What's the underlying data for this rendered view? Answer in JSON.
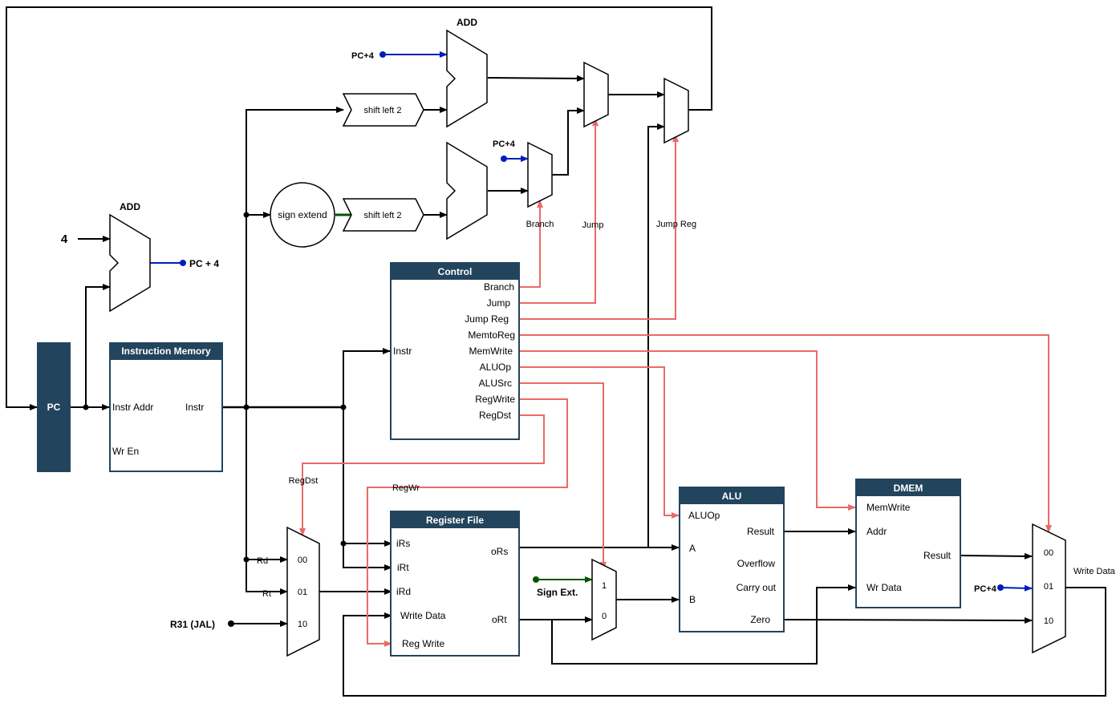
{
  "pc": {
    "label": "PC"
  },
  "adder_pc": {
    "title": "ADD",
    "const_input": "4",
    "output": "PC + 4"
  },
  "adder_branch": {
    "title": "ADD",
    "input": "PC+4"
  },
  "mux_branch": {
    "input": "PC+4",
    "select": "Branch"
  },
  "mux_jump": {
    "select": "Jump"
  },
  "mux_jumpreg": {
    "select": "Jump Reg"
  },
  "shift_jump": {
    "label": "shift left 2"
  },
  "shift_branch": {
    "label": "shift left 2"
  },
  "sign_extend": {
    "label": "sign extend"
  },
  "imem": {
    "title": "Instruction Memory",
    "instr_addr": "Instr Addr",
    "instr": "Instr",
    "wr_en": "Wr En"
  },
  "control": {
    "title": "Control",
    "input": "Instr",
    "outputs": [
      "Branch",
      "Jump",
      "Jump Reg",
      "MemtoReg",
      "MemWrite",
      "ALUOp",
      "ALUSrc",
      "RegWrite",
      "RegDst"
    ]
  },
  "regfile": {
    "title": "Register File",
    "inputs": [
      "iRs",
      "iRt",
      "iRd",
      "Write Data",
      "Reg Write"
    ],
    "outputs": [
      "oRs",
      "oRt"
    ]
  },
  "mux_regdst": {
    "select": "RegDst",
    "inputs": [
      "00",
      "01",
      "10"
    ],
    "rd": "Rd",
    "rt": "Rt",
    "r31": "R31 (JAL)"
  },
  "regwr_label": "RegWr",
  "mux_alusrc": {
    "inputs": [
      "1",
      "0"
    ],
    "sign_ext": "Sign Ext."
  },
  "alu": {
    "title": "ALU",
    "inputs": [
      "ALUOp",
      "A",
      "B"
    ],
    "outputs": [
      "Result",
      "Overflow",
      "Carry out",
      "Zero"
    ]
  },
  "dmem": {
    "title": "DMEM",
    "inputs": [
      "MemWrite",
      "Addr",
      "Wr Data"
    ],
    "output": "Result"
  },
  "mux_wb": {
    "inputs": [
      "00",
      "01",
      "10"
    ],
    "pc4": "PC+4",
    "output": "Write Data"
  },
  "colors": {
    "control": "#ea6b66",
    "pc4": "#001dbc",
    "signext": "#005700",
    "block": "#23445d"
  }
}
